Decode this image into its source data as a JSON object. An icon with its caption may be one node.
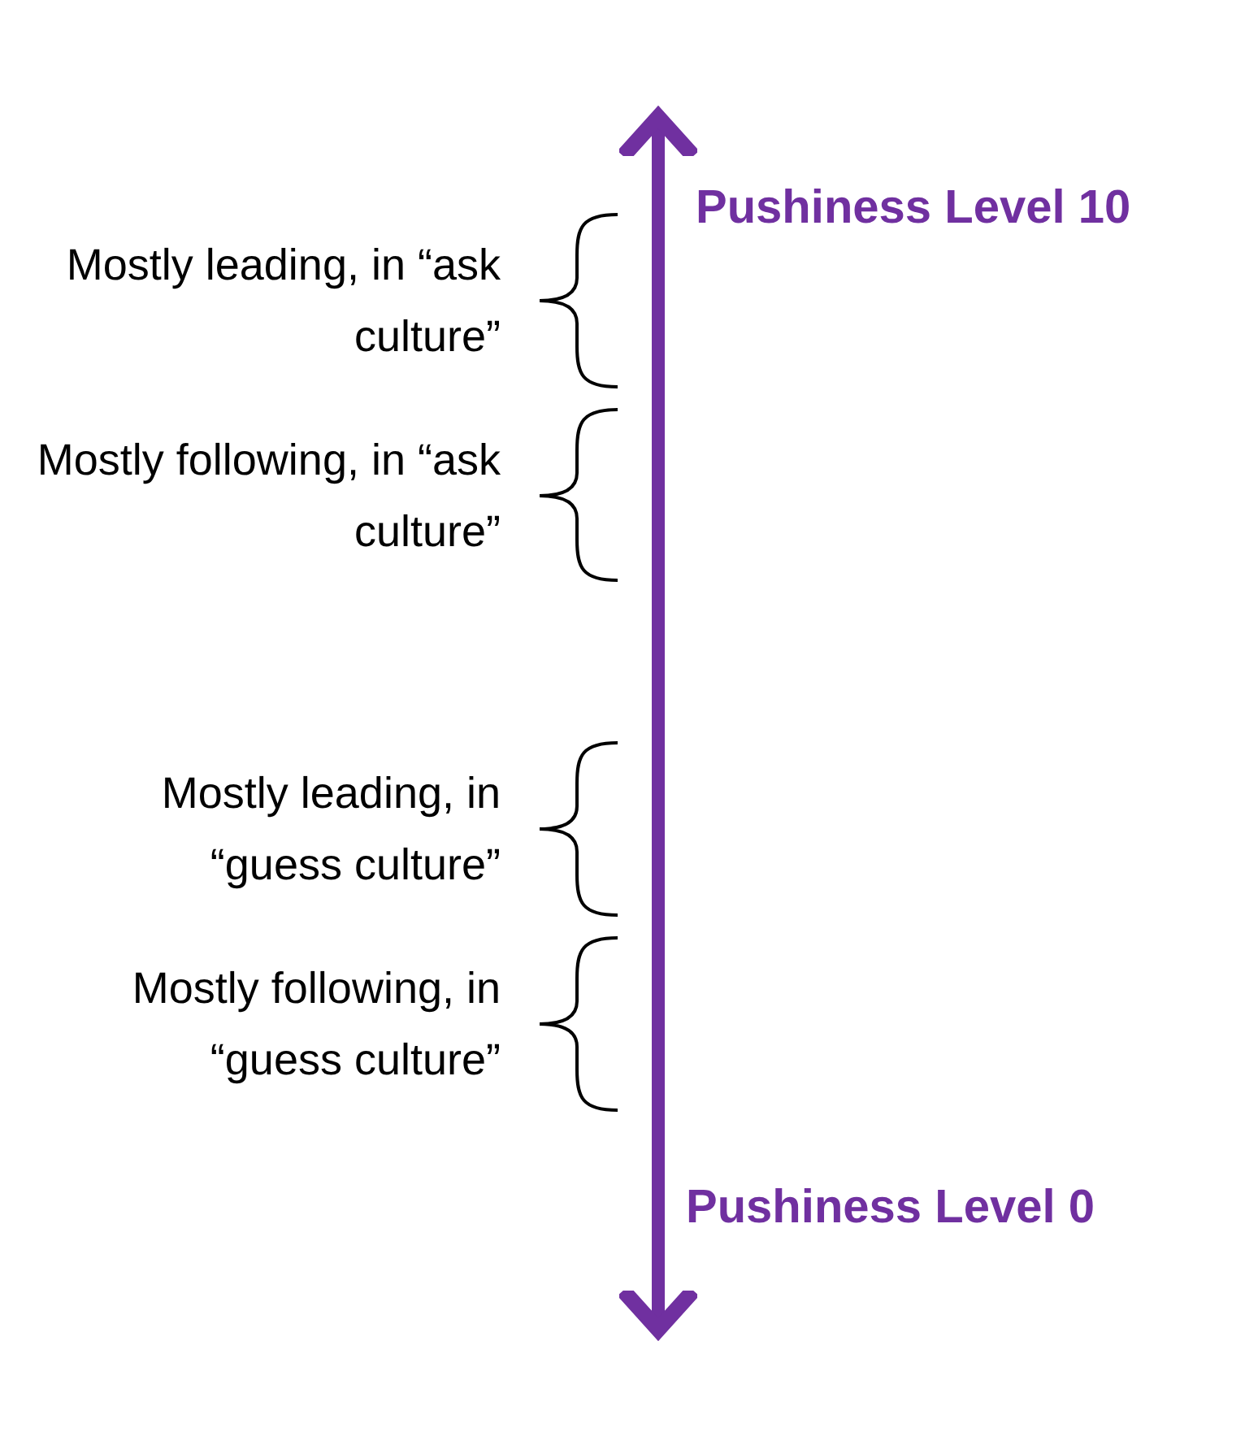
{
  "diagram": {
    "labels": [
      "Pushiness Level 10",
      "Mostly leading, in “ask culture”",
      "Mostly following, in “ask culture”",
      "Mostly leading, in “guess culture”",
      "Mostly following, in “guess culture”",
      "Pushiness Level 0"
    ]
  }
}
